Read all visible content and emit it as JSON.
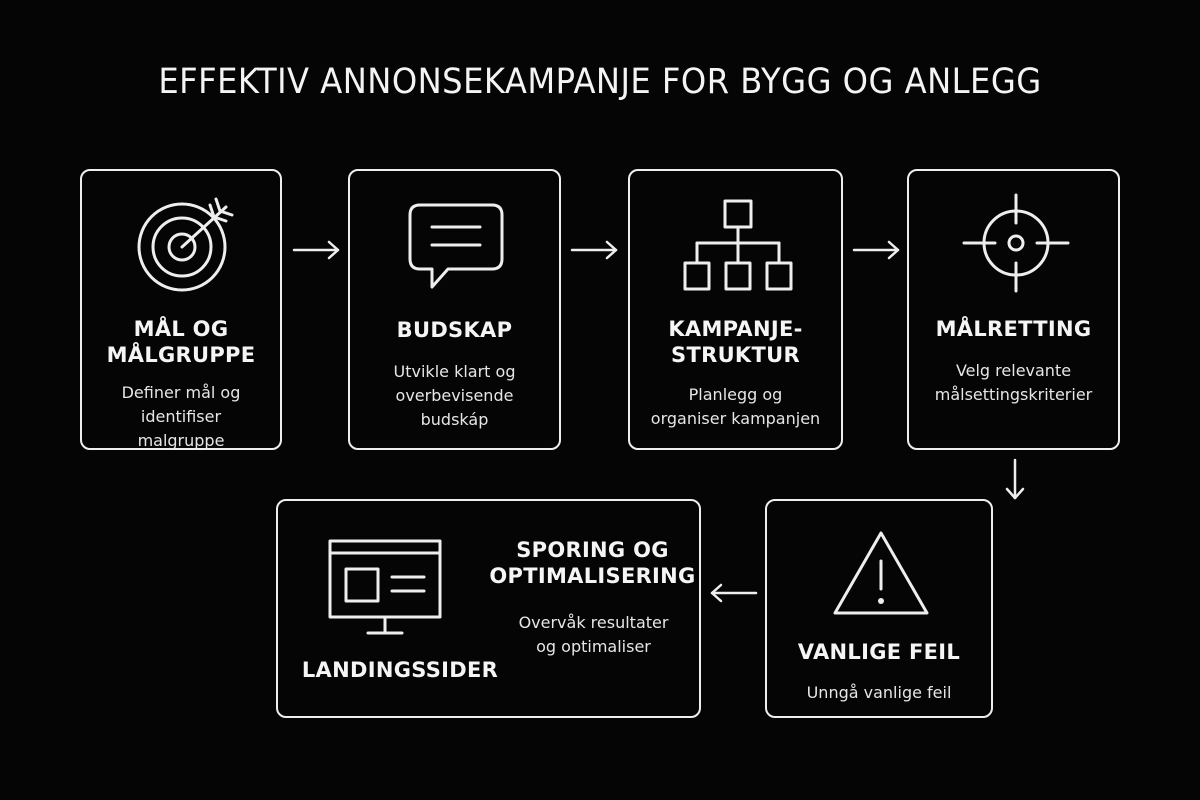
{
  "title": "EFFEKTIV ANNONSEKAMPANJE FOR BYGG OG ANLEGG",
  "steps": [
    {
      "heading": [
        "MÅL OG",
        "MÅLGRUPPE"
      ],
      "desc": [
        "Definer mål og",
        "identifiser",
        "malgruppe"
      ],
      "icon": "target-arrow-icon"
    },
    {
      "heading": [
        "BUDSKAP"
      ],
      "desc": [
        "Utvikle klart og",
        "overbevisende",
        "budskáp"
      ],
      "icon": "speech-bubble-icon"
    },
    {
      "heading": [
        "KAMPANJE-",
        "STRUKTUR"
      ],
      "desc": [
        "Planlegg og",
        "organiser kampanjen"
      ],
      "icon": "hierarchy-icon"
    },
    {
      "heading": [
        "MÅLRETTING"
      ],
      "desc": [
        "Velg relevante",
        "målsettingskriterier"
      ],
      "icon": "crosshair-icon"
    },
    {
      "heading": [
        "VANLIGE FEIL"
      ],
      "desc": [
        "Unngå vanlige feil"
      ],
      "icon": "warning-icon"
    },
    {
      "heading": [
        "SPORING OG",
        "OPTIMALISERING"
      ],
      "desc": [
        "Overvåk resultater",
        "og optimaliser"
      ],
      "icon": "monitor-icon"
    },
    {
      "label": "LANDINGSSIDER"
    }
  ],
  "colors": {
    "background": "#050505",
    "stroke": "#eeeeee",
    "text": "#f2f2f2"
  }
}
